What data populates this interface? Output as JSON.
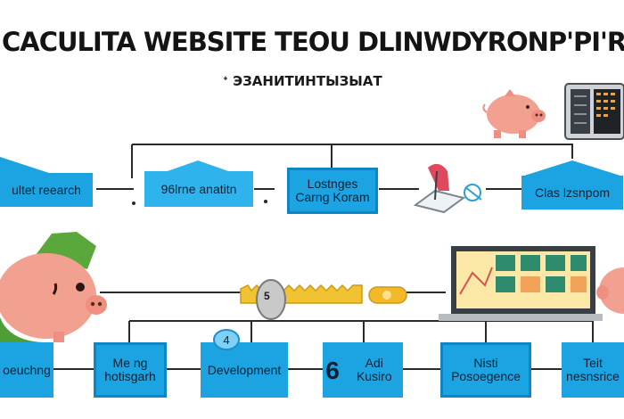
{
  "header": {
    "title": "CACULITA WEBSITE TEOU DLINWDYRONP'PI'RONT COSS",
    "subtitle": "ᐩ ЭЗАНИТИНТЫЗЫАТ"
  },
  "top_row": [
    {
      "label": "ultet reearch"
    },
    {
      "label": "96lrne anatitn"
    },
    {
      "label": "Lostnges Carng Koram"
    },
    {
      "label": "Clas lzsnpom"
    }
  ],
  "bottom_row": [
    {
      "label": "oeuchng"
    },
    {
      "label": "Me ng hotisgarh"
    },
    {
      "label": "Development",
      "badge": "4"
    },
    {
      "number": "6",
      "label": "Adi Kusiro"
    },
    {
      "label": "Nisti Posoegence"
    },
    {
      "label": "Teit nesnsrice"
    }
  ],
  "key_label": "5",
  "colors": {
    "box_blue": "#1ba3e2",
    "box_border": "#0d86c6",
    "line": "#2a2a2a",
    "pig": "#f2a090",
    "leaf": "#5aa83c",
    "key_gold": "#f1c232"
  },
  "icons": [
    "piggy-bank-icon",
    "server-device-icon",
    "key-icon",
    "router-icon",
    "water-drop-icon",
    "laptop-icon"
  ]
}
